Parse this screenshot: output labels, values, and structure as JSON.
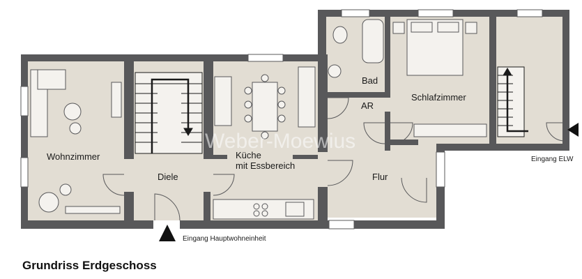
{
  "title": "Grundriss Erdgeschoss",
  "watermark": "Weber-Moewius",
  "rooms": {
    "wohnzimmer": "Wohnzimmer",
    "diele": "Diele",
    "kueche_line1": "Küche",
    "kueche_line2": "mit Essbereich",
    "bad": "Bad",
    "ar": "AR",
    "schlafzimmer": "Schlafzimmer",
    "flur": "Flur"
  },
  "entrances": {
    "main": "Eingang Hauptwohneinheit",
    "elw": "Eingang ELW"
  },
  "colors": {
    "wall": "#58585a",
    "floor": "#e2ddd3",
    "window": "#ffffff",
    "furniture": "#f4f2ee"
  }
}
